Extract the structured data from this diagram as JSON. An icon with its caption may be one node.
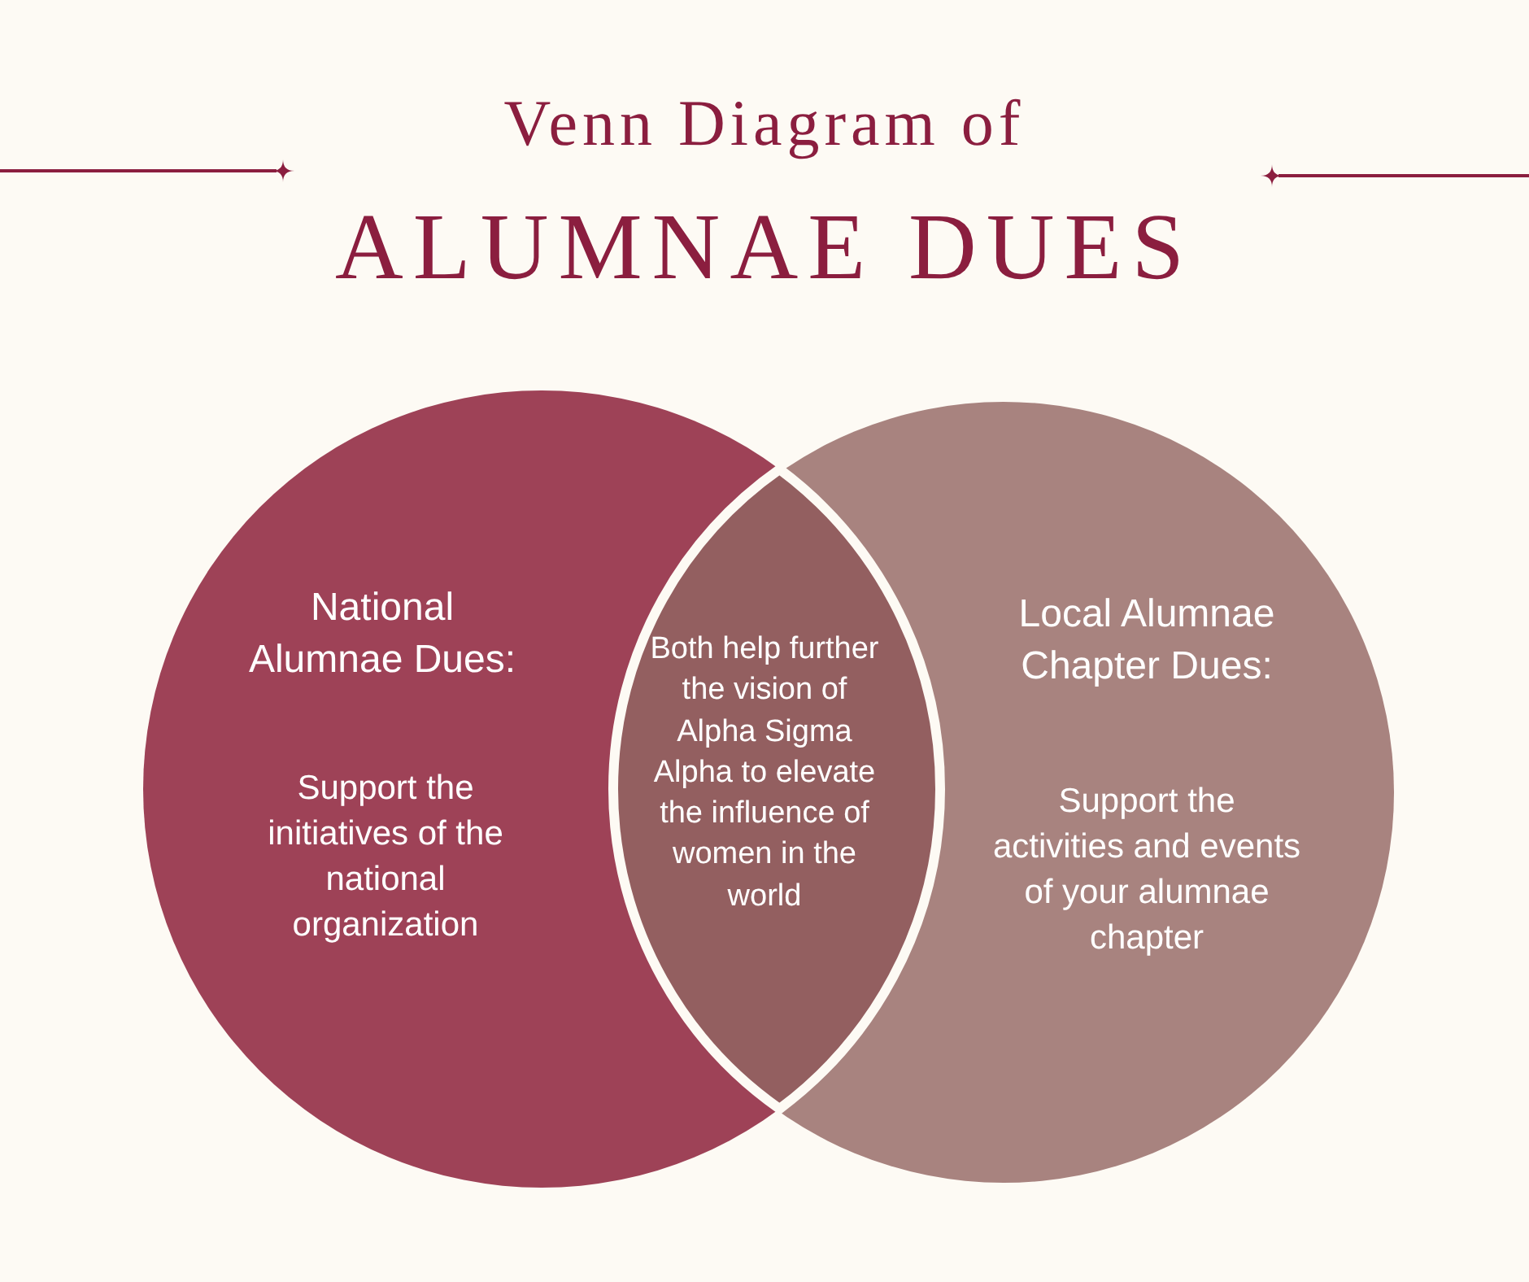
{
  "diagram": {
    "title": "ALUMNAE DUES",
    "nodes": [
      {
        "text": [
          "National Alumnae Dues:",
          "Support the initiatives of the national organization"
        ]
      },
      {
        "text": [
          "Local Alumnae Chapter Dues:",
          "Support the activities and events of your alumnae chapter"
        ]
      },
      {
        "text": [
          "Both help further the vision of Alpha Sigma Alpha to elevate the influence of women in the world"
        ]
      }
    ],
    "edges": [],
    "labels": [
      "Venn Diagram of"
    ]
  }
}
